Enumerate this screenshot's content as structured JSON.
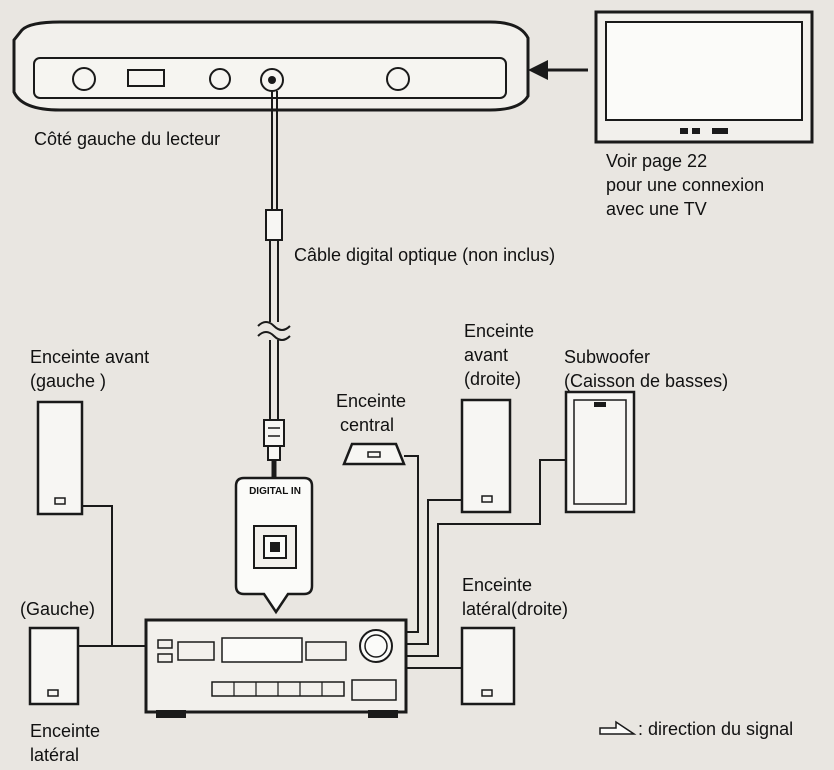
{
  "labels": {
    "player_side": "Côté gauche du lecteur",
    "tv_note_line1": "Voir page 22",
    "tv_note_line2": "pour une connexion",
    "tv_note_line3": "avec une TV",
    "cable": "Câble digital optique (non inclus)",
    "front_left_line1": "Enceinte avant",
    "front_left_line2": "(gauche )",
    "front_right_line1": "Enceinte",
    "front_right_line2": "avant",
    "front_right_line3": "(droite)",
    "subwoofer_line1": "Subwoofer",
    "subwoofer_line2": "(Caisson de basses)",
    "center_line1": "Enceinte",
    "center_line2": "central",
    "side_right_line1": "Enceinte",
    "side_right_line2": "latéral(droite)",
    "side_left_top": "(Gauche)",
    "side_left_line1": "Enceinte",
    "side_left_line2": "latéral",
    "digital_in": "DIGITAL IN",
    "signal_direction": ": direction du signal"
  },
  "colors": {
    "background": "#e9e6e1",
    "line": "#1a1a1a",
    "device_fill": "#f2f0ec",
    "speaker_fill": "#f7f6f3"
  }
}
